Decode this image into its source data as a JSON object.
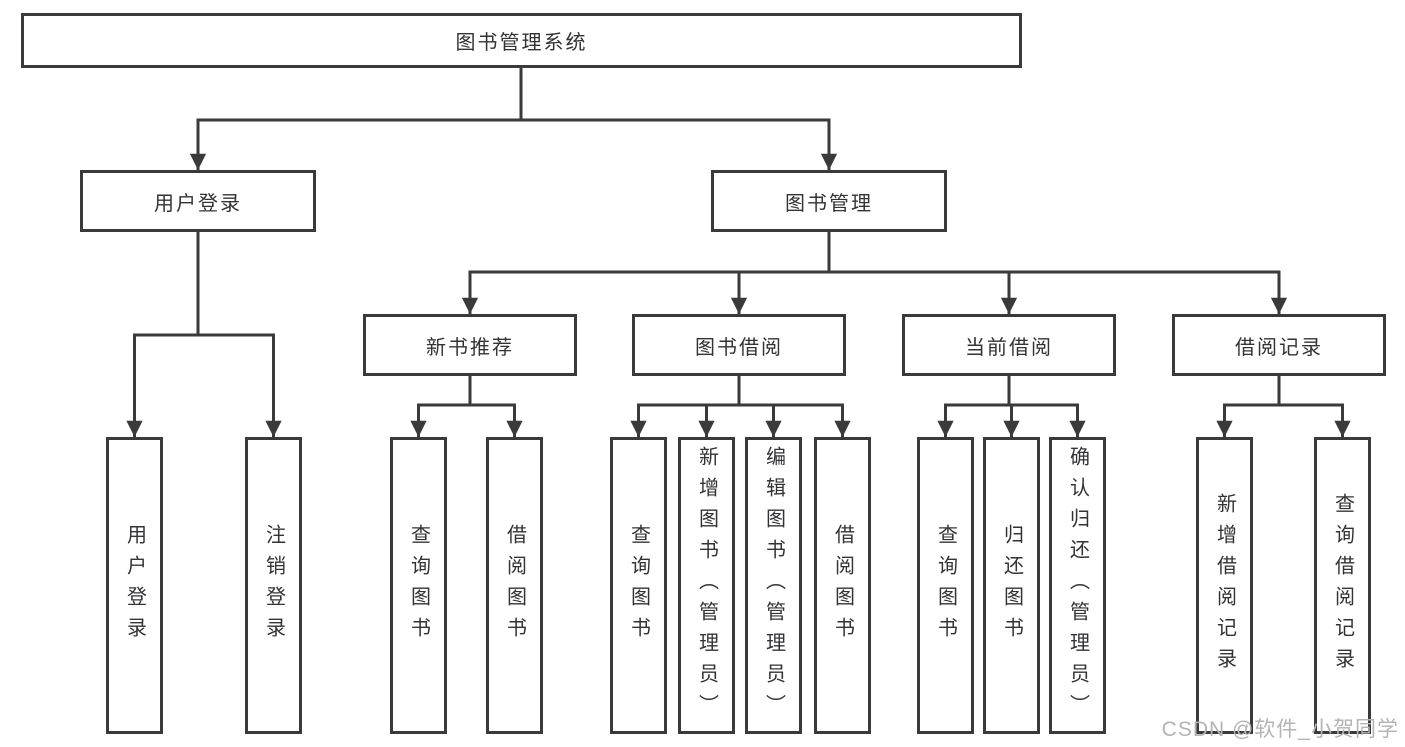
{
  "style": {
    "line_color": "#3a3a3a",
    "text_color": "#333336",
    "watermark_color": "#b4b4b4",
    "background": "#ffffff"
  },
  "tree": {
    "root": {
      "label": "图书管理系统"
    },
    "branches": [
      {
        "label": "用户登录",
        "children": [
          {
            "label": "用户登录"
          },
          {
            "label": "注销登录"
          }
        ]
      },
      {
        "label": "图书管理",
        "groups": [
          {
            "label": "新书推荐",
            "children": [
              {
                "label": "查询图书"
              },
              {
                "label": "借阅图书"
              }
            ]
          },
          {
            "label": "图书借阅",
            "children": [
              {
                "label": "查询图书"
              },
              {
                "label": "新增图书（管理员）"
              },
              {
                "label": "编辑图书（管理员）"
              },
              {
                "label": "借阅图书"
              }
            ]
          },
          {
            "label": "当前借阅",
            "children": [
              {
                "label": "查询图书"
              },
              {
                "label": "归还图书"
              },
              {
                "label": "确认归还（管理员）"
              }
            ]
          },
          {
            "label": "借阅记录",
            "children": [
              {
                "label": "新增借阅记录"
              },
              {
                "label": "查询借阅记录"
              }
            ]
          }
        ]
      }
    ]
  },
  "watermark": {
    "text": "CSDN @软件_小贺同学"
  }
}
